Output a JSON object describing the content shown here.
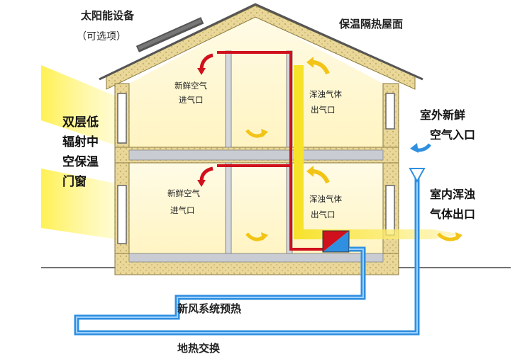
{
  "labels": {
    "solar_equipment": "太阳能设备",
    "solar_optional": "（可选项）",
    "insulated_roof": "保温隔热屋面",
    "window_line1": "双层低",
    "window_line2": "辐射中",
    "window_line3": "空保温",
    "window_line4": "门窗",
    "fresh_in_upper_1": "新鲜空气",
    "fresh_in_upper_2": "进气口",
    "stale_out_upper_1": "浑浊气体",
    "stale_out_upper_2": "出气口",
    "fresh_in_lower_1": "新鲜空气",
    "fresh_in_lower_2": "进气口",
    "stale_out_lower_1": "浑浊气体",
    "stale_out_lower_2": "出气口",
    "outdoor_air_1": "室外新鲜",
    "outdoor_air_2": "空气入口",
    "indoor_exhaust_1": "室内浑浊",
    "indoor_exhaust_2": "气体出口",
    "preheat": "新风系统预热",
    "geothermal": "地热交换"
  },
  "colors": {
    "fresh_air_duct": "#d0101c",
    "ground_loop": "#2f8fe0",
    "exhaust_flow": "#f5e020",
    "insulation": "#e8d899",
    "sunlight": "#ffee55"
  }
}
